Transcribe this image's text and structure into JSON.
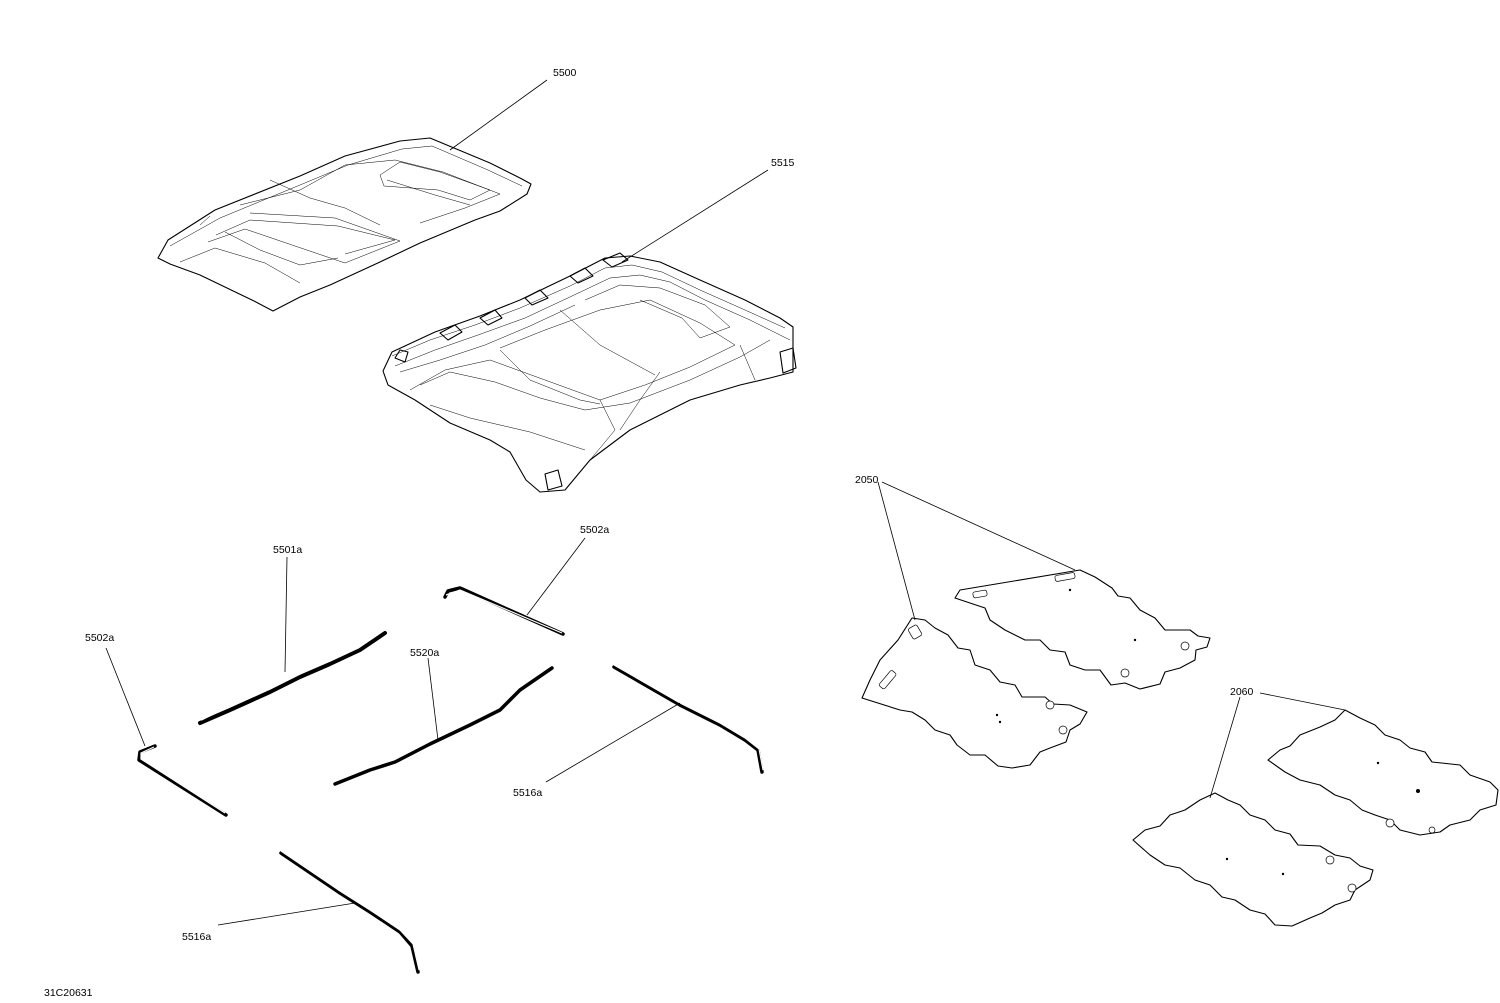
{
  "callouts": {
    "c5500": "5500",
    "c5515": "5515",
    "c5502a_top": "5502a",
    "c5501a": "5501a",
    "c5502a_left": "5502a",
    "c5520a": "5520a",
    "c5516a_mid": "5516a",
    "c5516a_bottom": "5516a",
    "c2050": "2050",
    "c2060": "2060"
  },
  "drawing_code": "31C20631"
}
